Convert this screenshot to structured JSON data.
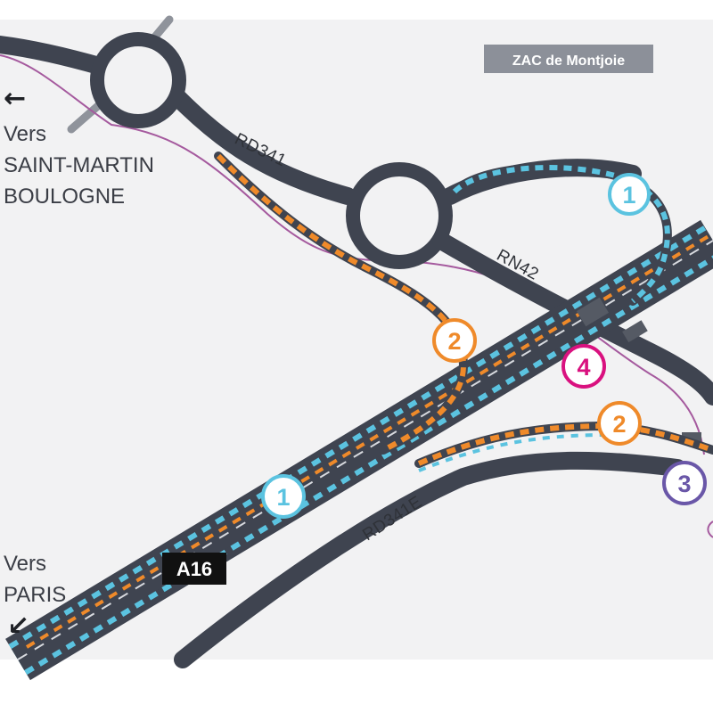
{
  "zone_label": "ZAC de Montjoie",
  "motorway_shield": "A16",
  "roads": {
    "rd341": "RD341",
    "rn42": "RN42",
    "rd341e": "RD341E"
  },
  "directions": {
    "north_west": {
      "line1": "Vers",
      "line2": "SAINT-MARTIN",
      "line3": "BOULOGNE",
      "arrow": "←"
    },
    "south_west": {
      "line1": "Vers",
      "line2": "PARIS",
      "arrow": "↙"
    }
  },
  "markers": [
    {
      "label": "1",
      "color": "#5bc3e0"
    },
    {
      "label": "2",
      "color": "#ef8a2a"
    },
    {
      "label": "4",
      "color": "#d9117f"
    },
    {
      "label": "1",
      "color": "#5bc3e0"
    },
    {
      "label": "2",
      "color": "#ef8a2a"
    },
    {
      "label": "3",
      "color": "#6a57a8"
    }
  ],
  "colors": {
    "background": "#f2f2f3",
    "road": "#3f4450",
    "route_1": "#5bc3e0",
    "route_2": "#ef8a2a",
    "route_3": "#6a57a8",
    "route_4": "#d9117f",
    "purple_line": "#a55a9e"
  }
}
